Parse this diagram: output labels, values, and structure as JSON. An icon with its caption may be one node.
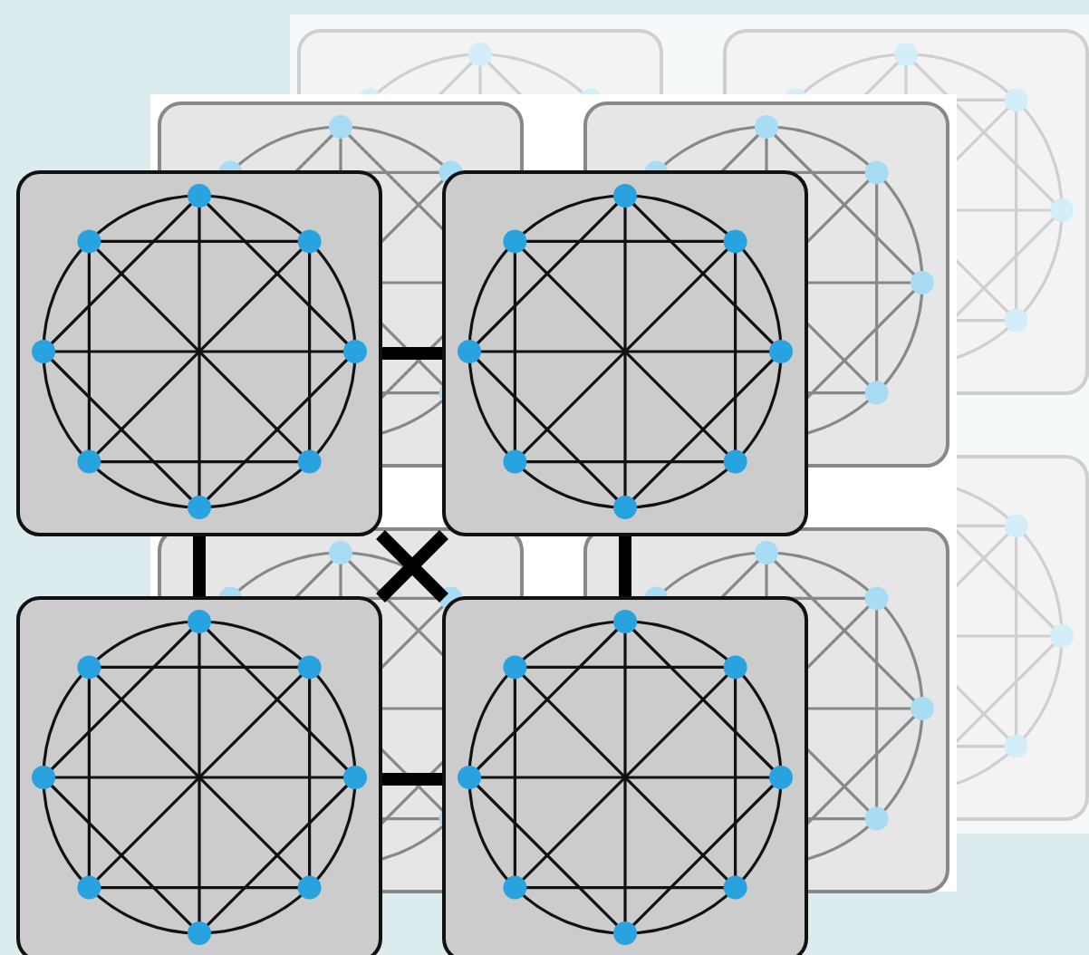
{
  "diagram": {
    "nodes": [
      {
        "text": [],
        "shape": "box"
      },
      {
        "text": [],
        "shape": "box"
      },
      {
        "text": [],
        "shape": "box"
      },
      {
        "text": [],
        "shape": "box"
      }
    ],
    "edges": [
      {
        "from": 0,
        "to": 1,
        "arrow": "none"
      },
      {
        "from": 0,
        "to": 2,
        "arrow": "none"
      },
      {
        "from": 1,
        "to": 3,
        "arrow": "none"
      },
      {
        "from": 2,
        "to": 3,
        "arrow": "none"
      },
      {
        "from": 0,
        "to": 3,
        "arrow": "none"
      },
      {
        "from": 1,
        "to": 2,
        "arrow": "none"
      }
    ]
  }
}
